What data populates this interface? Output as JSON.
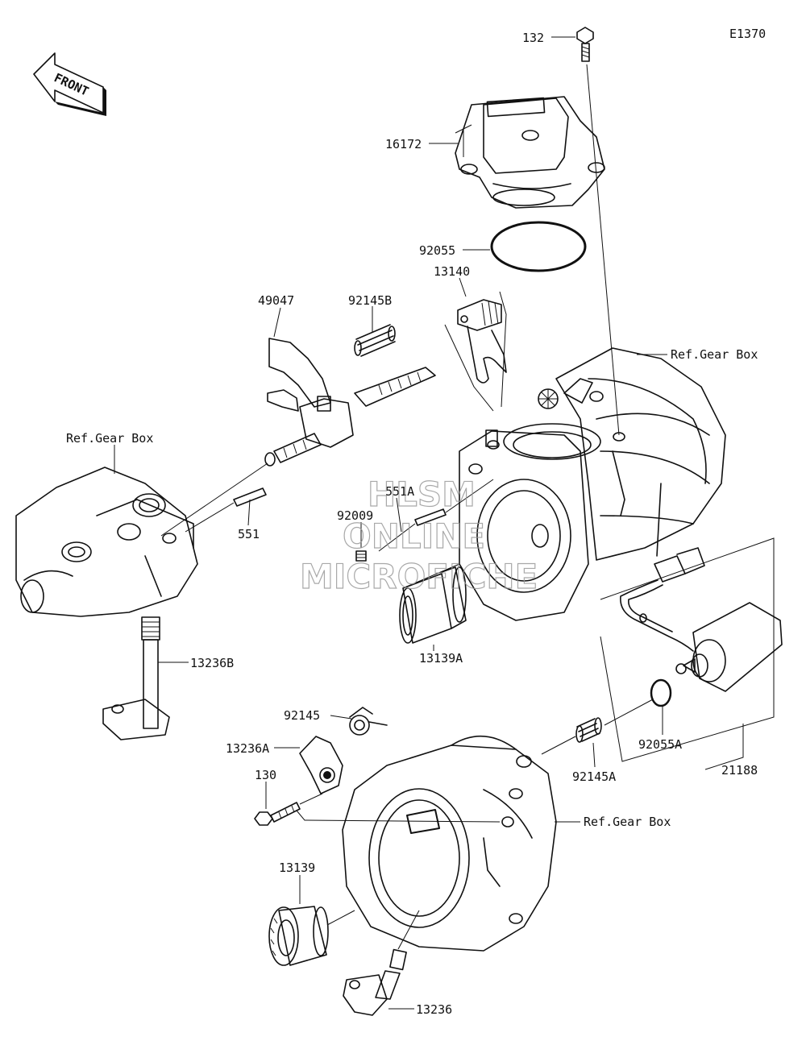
{
  "diagram_code": "E1370",
  "front_label": "FRONT",
  "watermark": [
    "HLSM",
    "ONLINE",
    "MICROFICHE"
  ],
  "labels": {
    "p132": "132",
    "p16172": "16172",
    "p92055": "92055",
    "p13140": "13140",
    "p49047": "49047",
    "p92145b": "92145B",
    "ref_gear_box_1": "Ref.Gear Box",
    "ref_gear_box_2": "Ref.Gear Box",
    "ref_gear_box_3": "Ref.Gear Box",
    "p551a": "551A",
    "p92009": "92009",
    "p551": "551",
    "p13139a": "13139A",
    "p13236b": "13236B",
    "p92145": "92145",
    "p13236a": "13236A",
    "p130": "130",
    "p92145a": "92145A",
    "p92055a": "92055A",
    "p21188": "21188",
    "p13139": "13139",
    "p13236": "13236"
  }
}
